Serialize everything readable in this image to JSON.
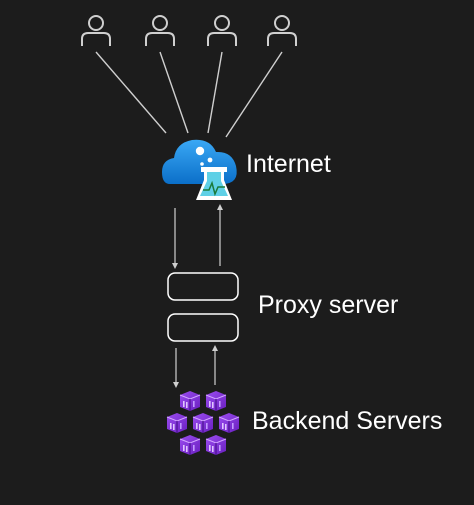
{
  "diagram": {
    "users": [
      {
        "icon": "user-icon"
      },
      {
        "icon": "user-icon"
      },
      {
        "icon": "user-icon"
      },
      {
        "icon": "user-icon"
      }
    ],
    "internet": {
      "label": "Internet",
      "icon": "cloud-flask-icon"
    },
    "proxy": {
      "label": "Proxy server",
      "icon": "proxy-server-icon"
    },
    "backend": {
      "label": "Backend Servers",
      "icon": "server-cubes-icon"
    },
    "colors": {
      "background": "#1c1c1c",
      "line": "#cfcfcf",
      "cloud": "#1e90e6",
      "flask": "#5fd0e6",
      "cubes": "#8a2be2"
    }
  }
}
